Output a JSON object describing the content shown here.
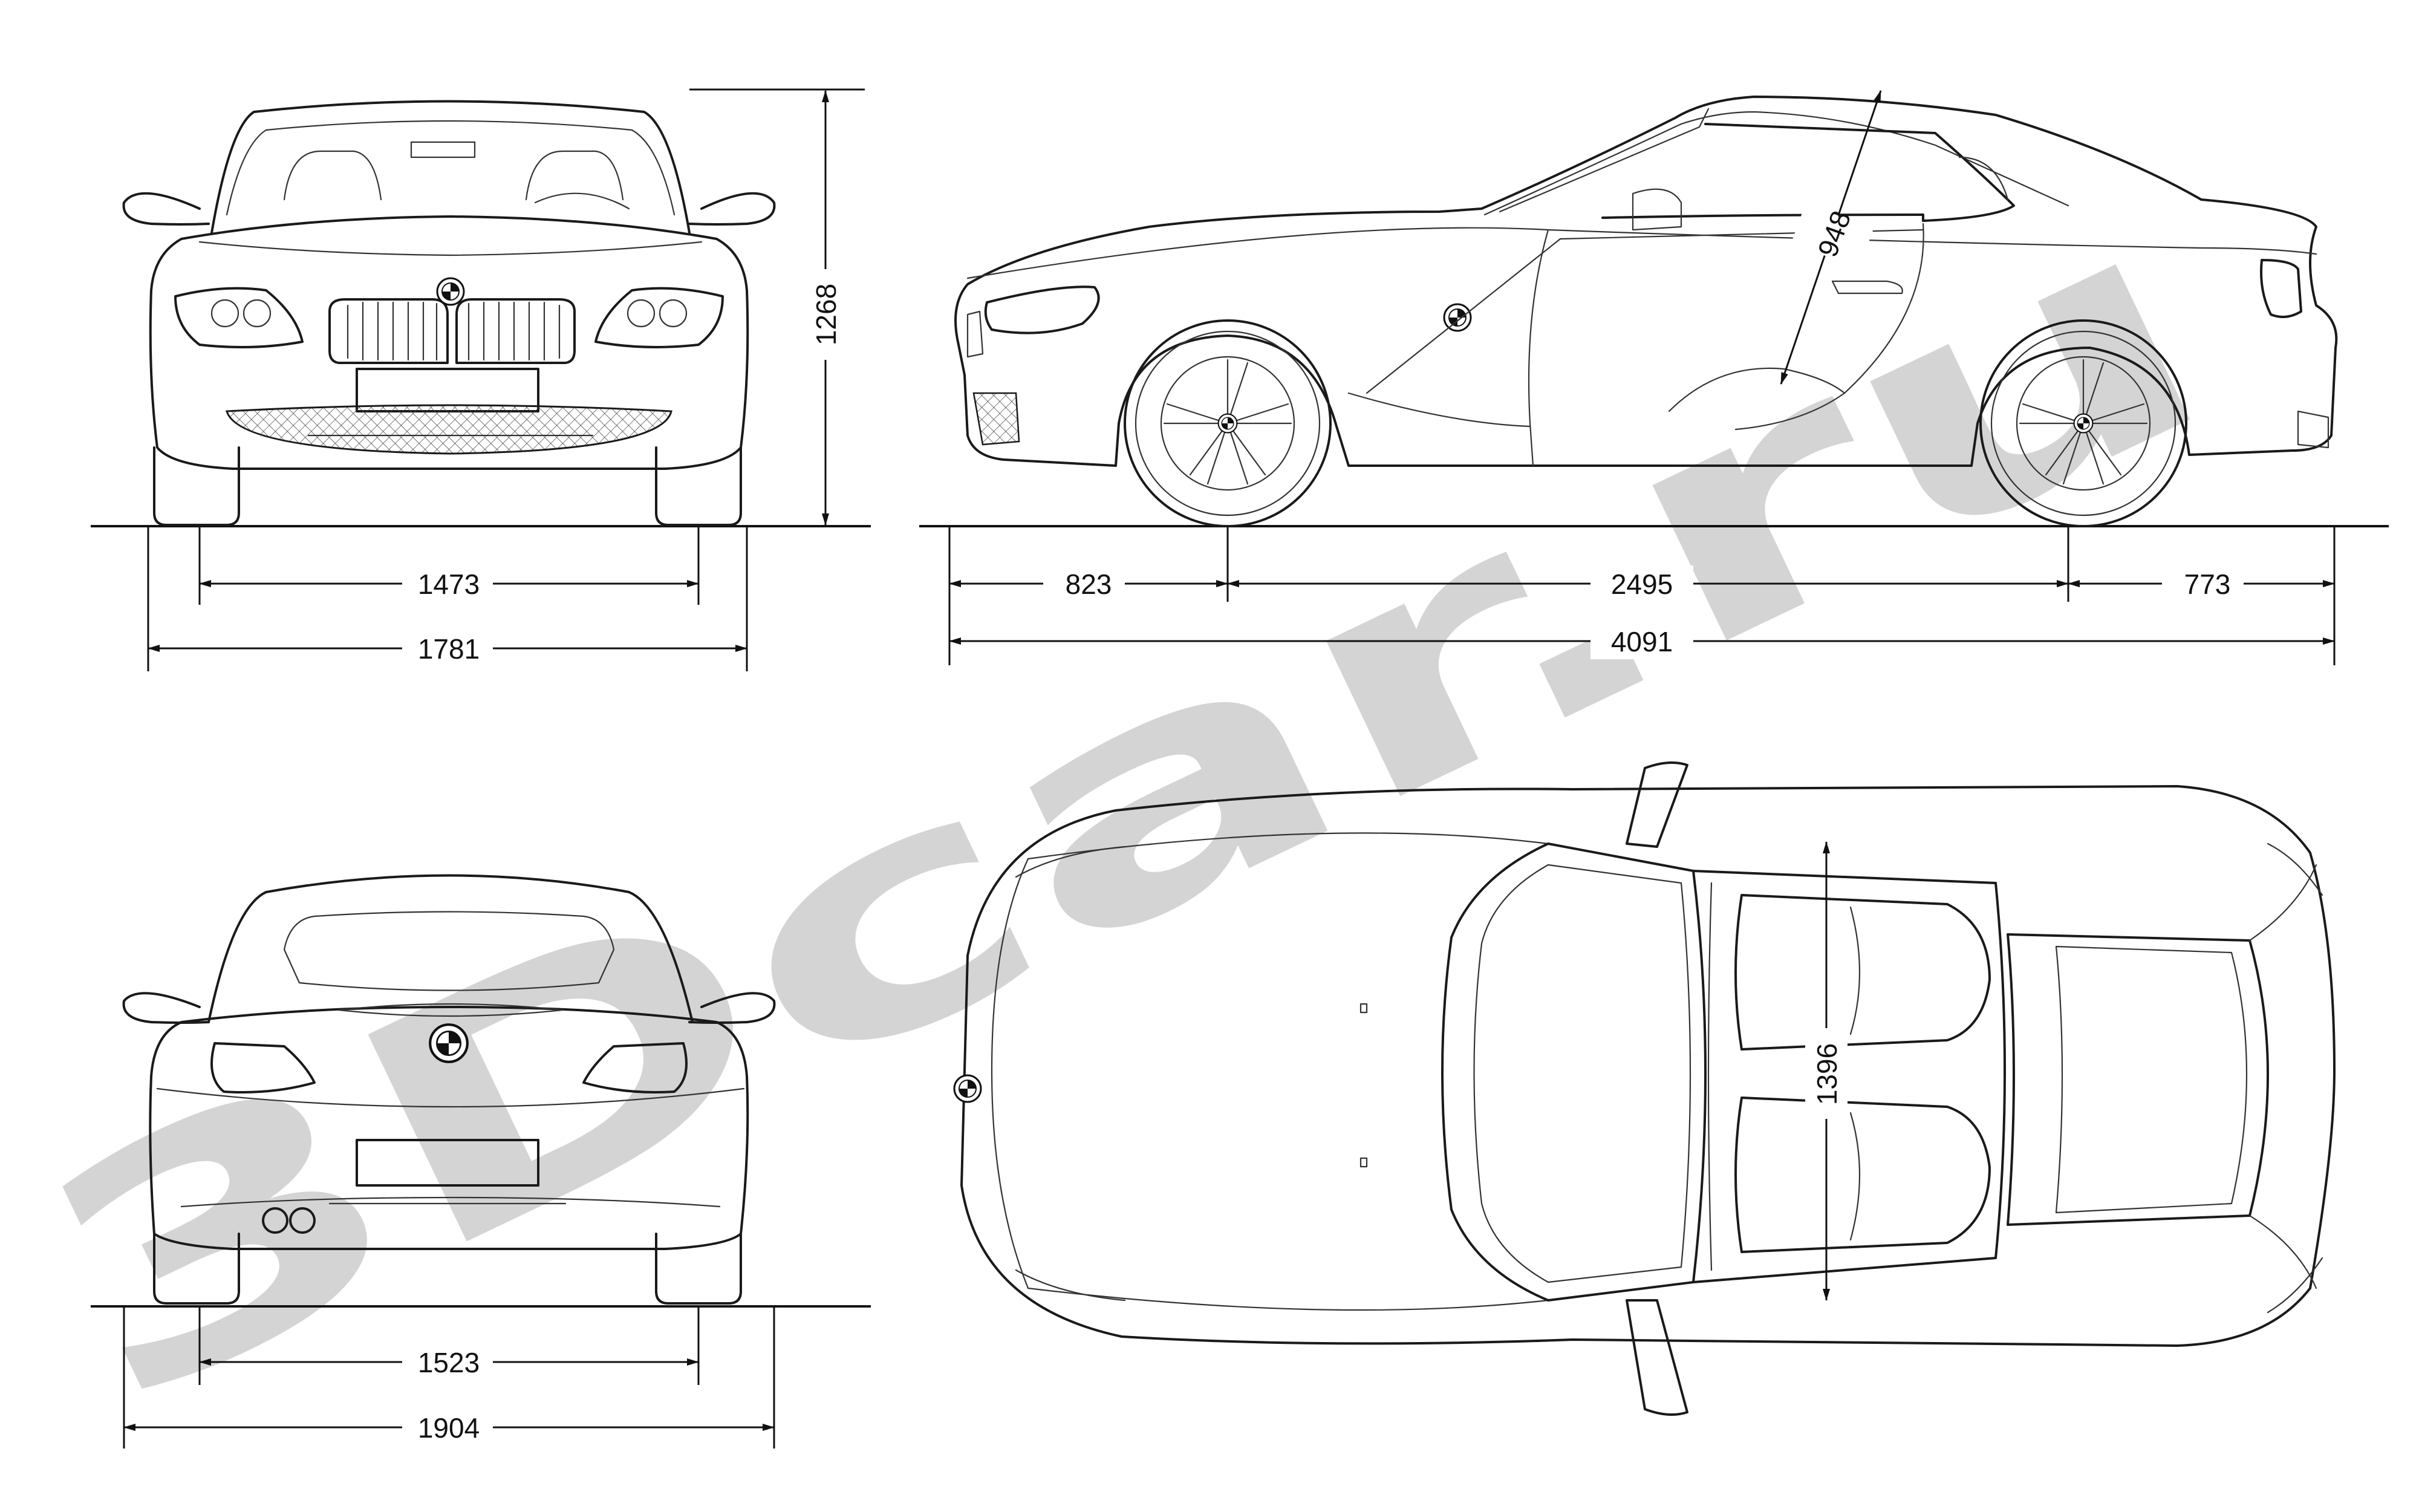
{
  "watermark": {
    "text": "3Dcar.ru"
  },
  "views": {
    "front": {
      "name": "front-view"
    },
    "side": {
      "name": "side-view"
    },
    "rear": {
      "name": "rear-view"
    },
    "top": {
      "name": "top-view"
    }
  },
  "dimensions": {
    "front_track": "1473",
    "front_width": "1781",
    "height": "1268",
    "front_overhang": "823",
    "wheelbase": "2495",
    "rear_overhang": "773",
    "length": "4091",
    "seat_height": "948",
    "rear_track": "1523",
    "rear_width": "1904",
    "interior_width": "1396"
  },
  "icons": {
    "badge": "bmw-roundel-icon",
    "wheel": "alloy-wheel-icon",
    "arrow": "dimension-arrow-icon"
  },
  "colors": {
    "line": "#1a1a1a",
    "watermark": "#d4d4d4",
    "background": "#ffffff"
  }
}
